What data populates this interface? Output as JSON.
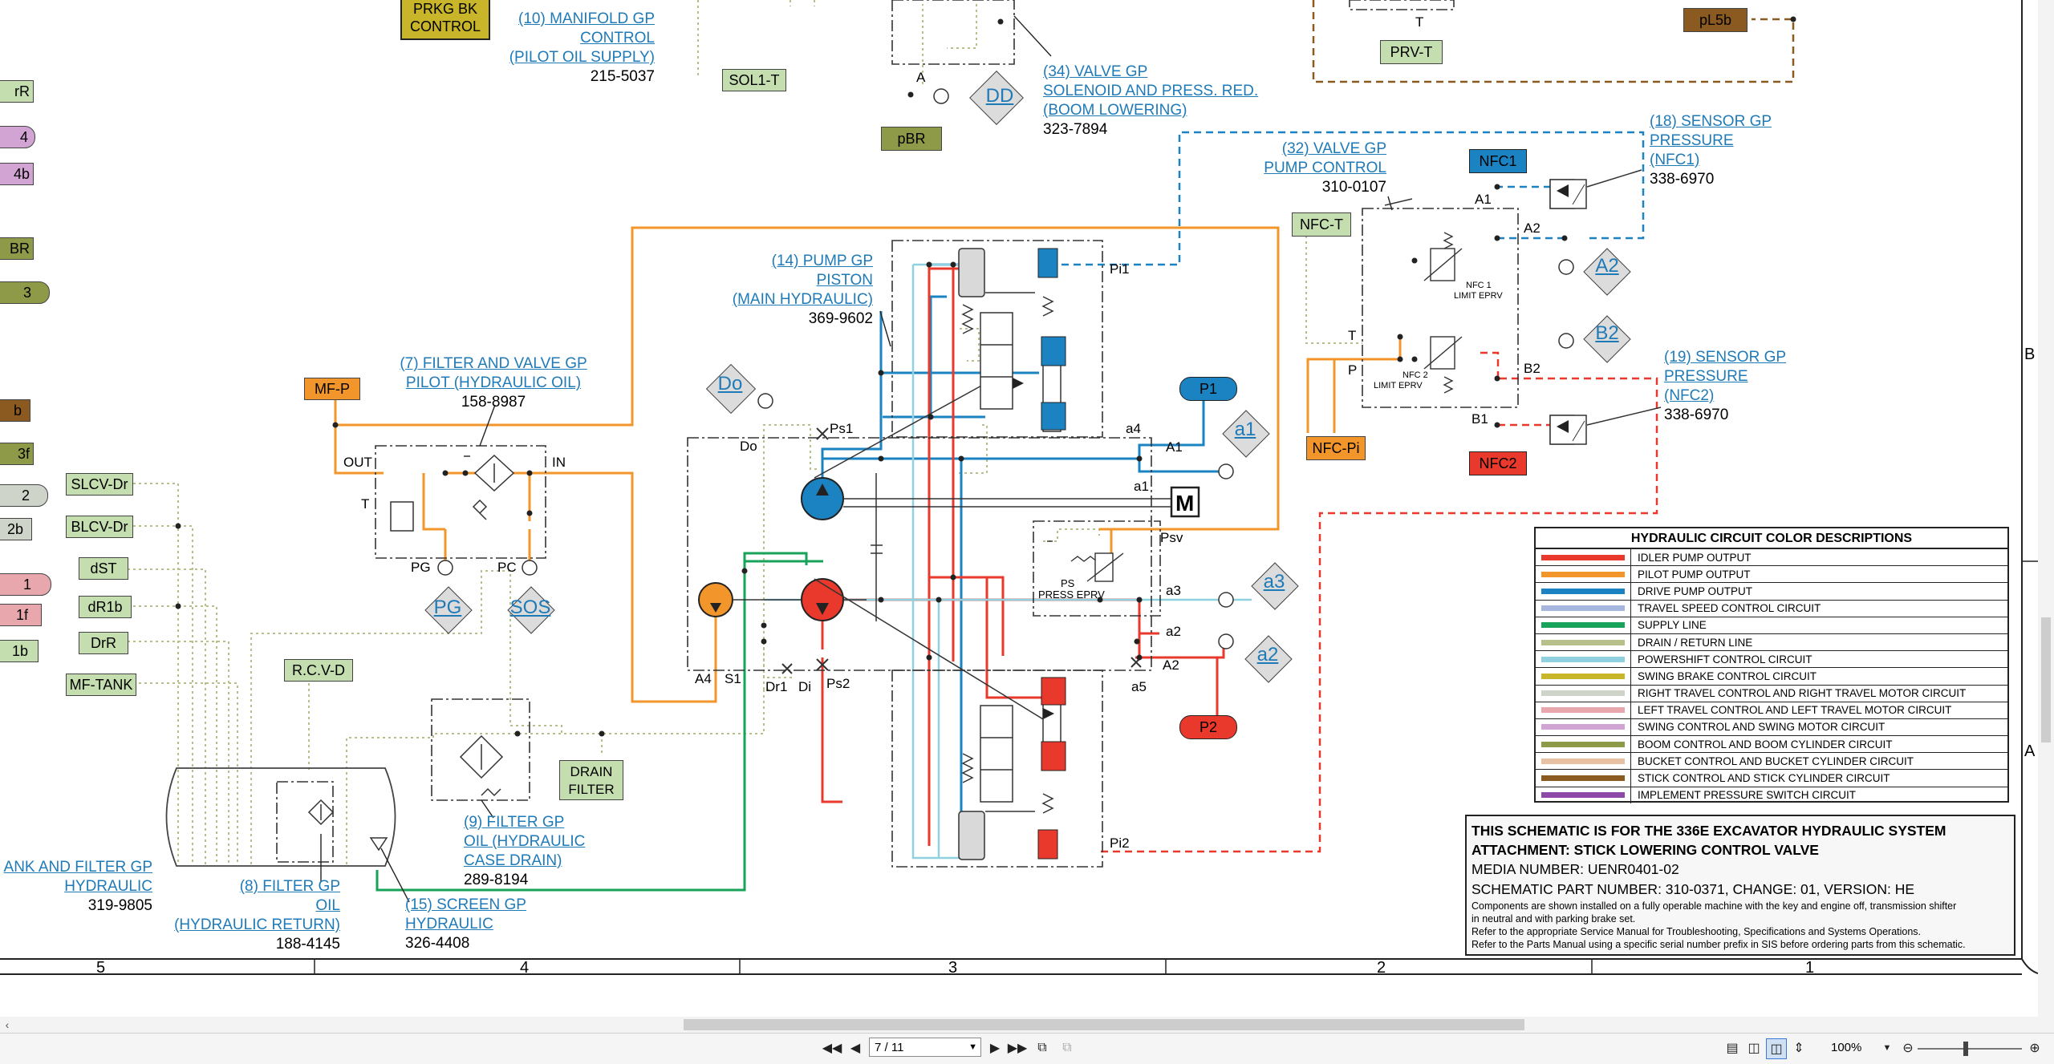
{
  "schematic": {
    "labels": {
      "prkg": [
        "PRKG BK",
        "CONTROL"
      ],
      "manifold": {
        "title": [
          "(10) MANIFOLD GP",
          "CONTROL",
          "(PILOT OIL SUPPLY)"
        ],
        "part": "215-5037"
      },
      "sol1t": "SOL1-T",
      "pbr": "pBR",
      "dd": "DD",
      "valve34": {
        "title": [
          "(34) VALVE GP",
          "SOLENOID AND PRESS. RED.",
          "(BOOM LOWERING)"
        ],
        "part": "323-7894"
      },
      "prvt": "PRV-T",
      "pl5b": "pL5b",
      "t_prv": "T",
      "a_label": "A",
      "sensor18": {
        "title": [
          "(18) SENSOR GP",
          "PRESSURE",
          "(NFC1)"
        ],
        "part": "338-6970"
      },
      "valve32": {
        "title": [
          "(32) VALVE GP",
          "PUMP CONTROL"
        ],
        "part": "310-0107"
      },
      "nfc1": "NFC1",
      "nfct": "NFC-T",
      "a1port": "A1",
      "a2port": "A2",
      "a2dia": "A2",
      "b2dia": "B2",
      "nfc1limit": [
        "NFC 1",
        "LIMIT EPRV"
      ],
      "nfc2limit": [
        "NFC 2",
        "LIMIT EPRV"
      ],
      "tport": "T",
      "pport": "P",
      "b2port": "B2",
      "b1port": "B1",
      "nfcpi": "NFC-Pi",
      "nfc2": "NFC2",
      "sensor19": {
        "title": [
          "(19) SENSOR GP",
          "PRESSURE",
          "(NFC2)"
        ],
        "part": "338-6970"
      },
      "pump14": {
        "title": [
          "(14) PUMP GP",
          "PISTON",
          "(MAIN HYDRAULIC)"
        ],
        "part": "369-9602"
      },
      "pi1": "Pi1",
      "pi2": "Pi2",
      "filter7": {
        "title": [
          "(7) FILTER AND VALVE GP",
          "PILOT (HYDRAULIC OIL)"
        ],
        "part": "158-8987"
      },
      "mfp": "MF-P",
      "out": "OUT",
      "in": "IN",
      "t_filter": "T",
      "pg": "PG",
      "pc": "PC",
      "pgdia": "PG",
      "sosdia": "SOS",
      "do": "Do",
      "dolabel": "Do",
      "ps1": "Ps1",
      "ps2": "Ps2",
      "a4": "a4",
      "a1": "A1",
      "a1small": "a1",
      "p1": "P1",
      "a1dia": "a1",
      "m": "M",
      "psv": "Psv",
      "pseprv": [
        "PS",
        "PRESS EPRV"
      ],
      "a3": "a3",
      "a3dia": "a3",
      "a2small": "a2",
      "a2big": "A2",
      "a5": "a5",
      "a2dia2": "a2",
      "p2": "P2",
      "A4": "A4",
      "S1": "S1",
      "Dr1": "Dr1",
      "Di": "Di",
      "leftTags": [
        "SLCV-Dr",
        "BLCV-Dr",
        "dST",
        "dR1b",
        "DrR",
        "MF-TANK"
      ],
      "leftEdge": [
        "rR",
        "4",
        "4b",
        "BR",
        "3",
        "b",
        "3f",
        "2",
        "2b",
        "1",
        "1f",
        "1b"
      ],
      "rcvd": "R.C.V-D",
      "drain": [
        "DRAIN",
        "FILTER"
      ],
      "filter9": {
        "title": [
          "(9) FILTER GP",
          "OIL (HYDRAULIC",
          "CASE DRAIN)"
        ],
        "part": "289-8194"
      },
      "tank": {
        "title": [
          "ANK AND FILTER GP",
          "HYDRAULIC"
        ],
        "part": "319-9805"
      },
      "filter8": {
        "title": [
          "(8) FILTER GP",
          "OIL",
          "(HYDRAULIC RETURN)"
        ],
        "part": "188-4145"
      },
      "screen15": {
        "title": [
          "(15) SCREEN GP",
          "HYDRAULIC"
        ],
        "part": "326-4408"
      },
      "zones": [
        "5",
        "4",
        "3",
        "2",
        "1"
      ],
      "rowLetters": [
        "B",
        "A"
      ]
    },
    "legend": {
      "title": "HYDRAULIC CIRCUIT COLOR DESCRIPTIONS",
      "rows": [
        {
          "label": "IDLER PUMP OUTPUT",
          "color": "#e8392c"
        },
        {
          "label": "PILOT PUMP OUTPUT",
          "color": "#f2952a"
        },
        {
          "label": "DRIVE PUMP OUTPUT",
          "color": "#1b83c2"
        },
        {
          "label": "TRAVEL SPEED CONTROL CIRCUIT",
          "color": "#a7b6de"
        },
        {
          "label": "SUPPLY LINE",
          "color": "#18a35a"
        },
        {
          "label": "DRAIN / RETURN LINE",
          "color": "#b7bf8a"
        },
        {
          "label": "POWERSHIFT CONTROL CIRCUIT",
          "color": "#8fd1e0"
        },
        {
          "label": "SWING BRAKE CONTROL CIRCUIT",
          "color": "#c8b52a"
        },
        {
          "label": "RIGHT TRAVEL CONTROL AND RIGHT TRAVEL MOTOR CIRCUIT",
          "color": "#cfd4cb"
        },
        {
          "label": "LEFT TRAVEL CONTROL AND LEFT TRAVEL MOTOR CIRCUIT",
          "color": "#e8a7ad"
        },
        {
          "label": "SWING CONTROL AND SWING MOTOR CIRCUIT",
          "color": "#d2a4d4"
        },
        {
          "label": "BOOM CONTROL AND BOOM CYLINDER CIRCUIT",
          "color": "#8e9a47"
        },
        {
          "label": "BUCKET CONTROL AND BUCKET CYLINDER CIRCUIT",
          "color": "#e8c1a2"
        },
        {
          "label": "STICK CONTROL AND STICK CYLINDER CIRCUIT",
          "color": "#8a5a20"
        },
        {
          "label": "IMPLEMENT PRESSURE SWITCH CIRCUIT",
          "color": "#8e4aa8"
        }
      ]
    },
    "info": {
      "line1": "THIS SCHEMATIC IS FOR THE 336E EXCAVATOR HYDRAULIC SYSTEM",
      "line2": "ATTACHMENT: STICK LOWERING CONTROL VALVE",
      "media": "MEDIA NUMBER: UENR0401-02",
      "part": "SCHEMATIC PART NUMBER: 310-0371, CHANGE: 01, VERSION: HE",
      "note1": "Components are shown installed on a fully operable machine with the key and engine off, transmission shifter",
      "note2": "in neutral and with parking brake set.",
      "note3": "Refer to the appropriate Service Manual for Troubleshooting, Specifications and Systems Operations.",
      "note4": "Refer to the Parts Manual using a specific serial number prefix in SIS before ordering parts from this schematic."
    }
  },
  "toolbar": {
    "page": "7 / 11",
    "zoom": "100%",
    "icons": [
      "first-page-icon",
      "prev-page-icon",
      "next-page-icon",
      "last-page-icon",
      "fit-page-icon",
      "fit-width-icon",
      "single-page-icon",
      "two-page-icon",
      "continuous-icon",
      "scroll-icon",
      "zoom-out-icon",
      "zoom-in-icon"
    ]
  }
}
